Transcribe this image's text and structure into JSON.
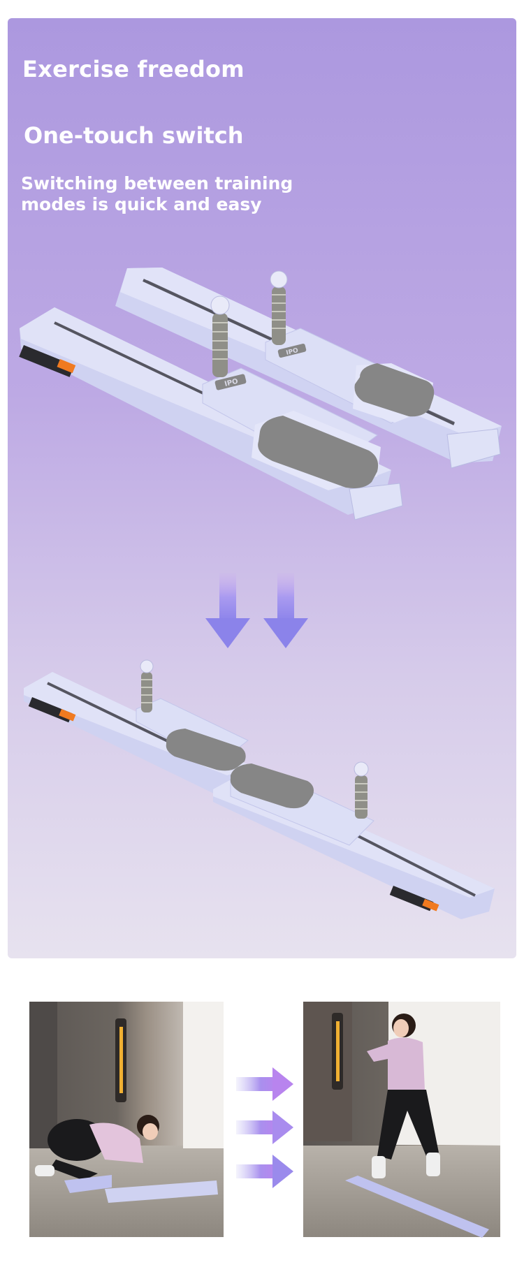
{
  "header": {
    "title": "Exercise freedom",
    "feature_title": "One-touch switch",
    "feature_description": "Switching between training modes is quick and easy"
  },
  "product": {
    "pedal_logo": "IPO",
    "panel_gradient": [
      "#ac98df",
      "#e7e2ef"
    ],
    "rail_color": "#d9dcf5",
    "pad_color": "#888888",
    "handle_color": "#8f8f88",
    "transform_arrow_color": "#8f87ea",
    "label_accent": "#f07a20"
  },
  "photos": {
    "left_pose": "kneeling plank",
    "right_pose": "standing squat",
    "flow_arrow_color": "#b884ee"
  }
}
